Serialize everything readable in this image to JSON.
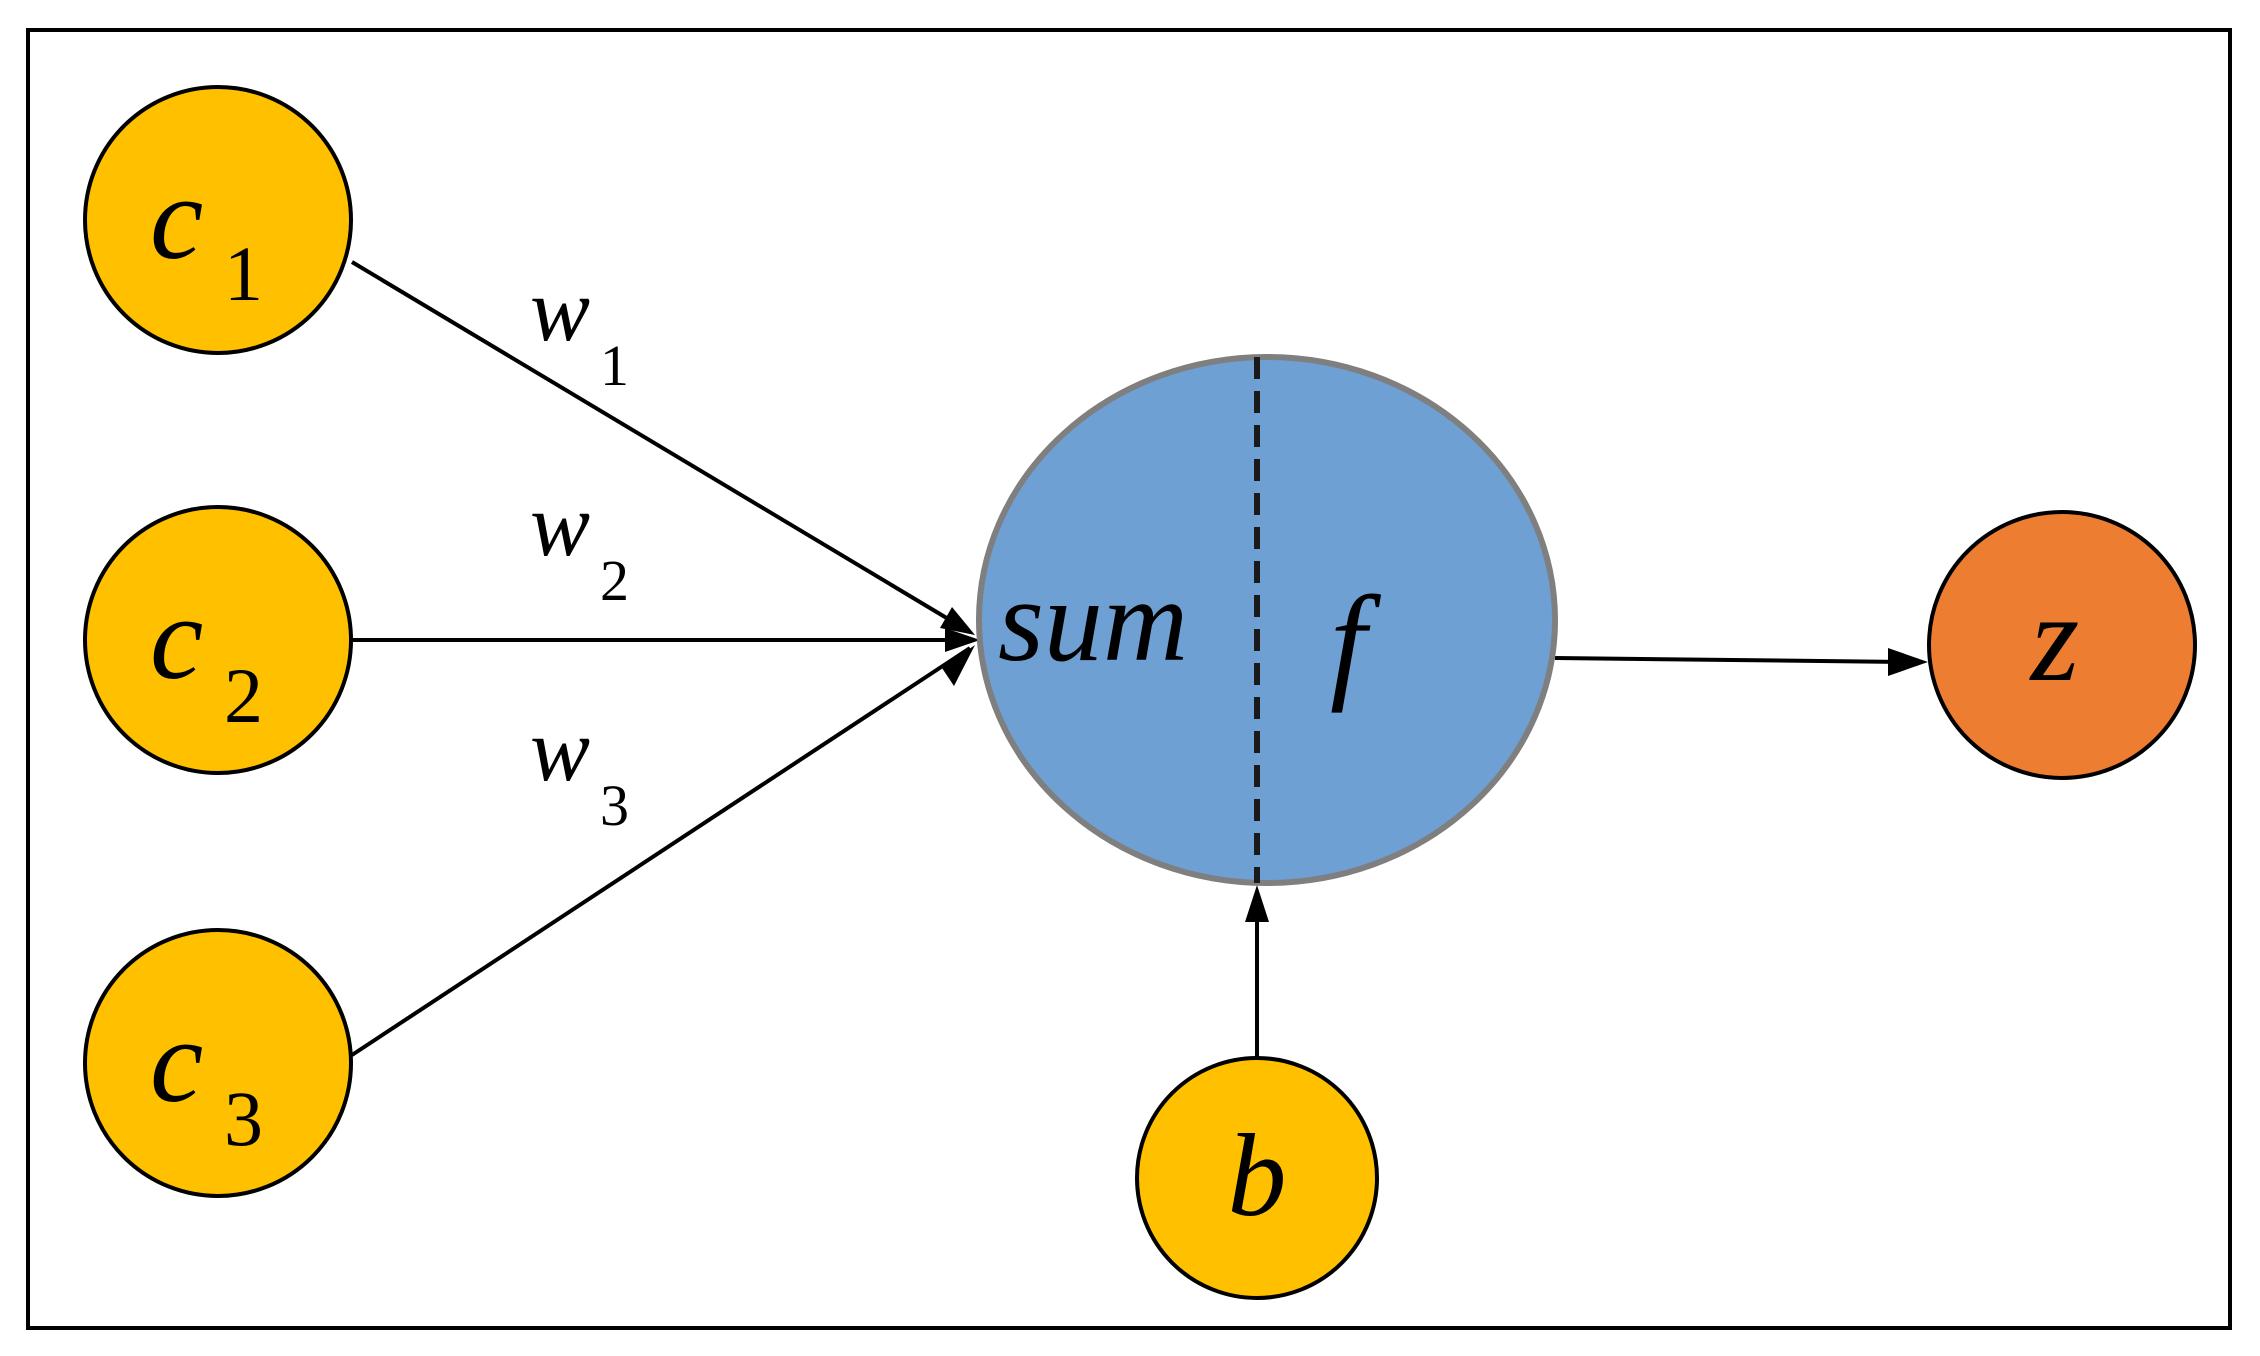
{
  "colors": {
    "input_node": "#FFC000",
    "sum_node": "#6FA0D3",
    "output_node": "#ED7D31",
    "frame": "#000000"
  },
  "inputs": [
    {
      "letter": "c",
      "sub": "1",
      "weight_letter": "w",
      "weight_sub": "1"
    },
    {
      "letter": "c",
      "sub": "2",
      "weight_letter": "w",
      "weight_sub": "2"
    },
    {
      "letter": "c",
      "sub": "3",
      "weight_letter": "w",
      "weight_sub": "3"
    }
  ],
  "neuron": {
    "sum_label": "sum",
    "activation_label": "f"
  },
  "bias": {
    "label": "b"
  },
  "output": {
    "label": "z"
  }
}
